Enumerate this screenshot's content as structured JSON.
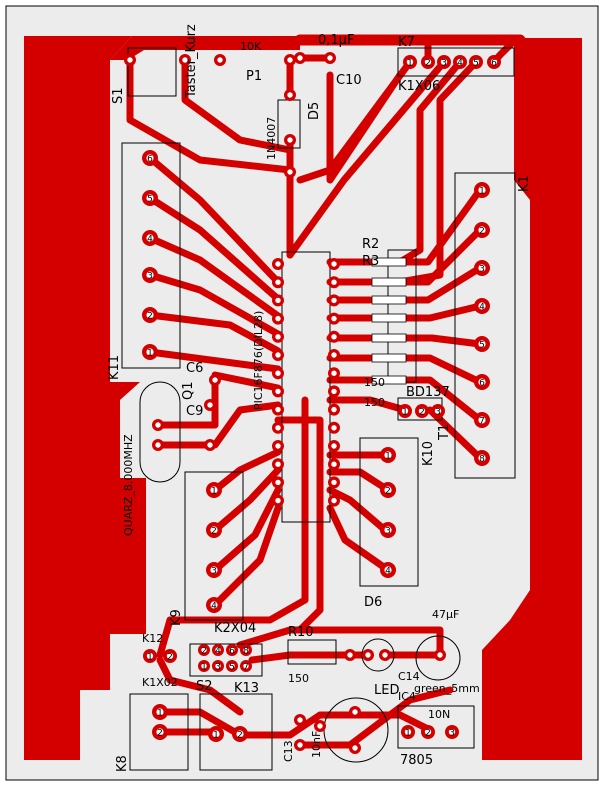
{
  "colors": {
    "copper": "#d40000",
    "board": "#ececec",
    "outline": "#000000",
    "pad_hole": "#ffffff"
  },
  "labels": {
    "taster": "Taster_Kurz",
    "s1": "S1",
    "r10k": "10K",
    "p1": "P1",
    "cap01": "0,1µF",
    "c10": "C10",
    "d5": "D5",
    "diode": "1N4007",
    "k7": "K7",
    "k1x06": "K1X06",
    "k1": "K1",
    "k11": "K11",
    "r2": "R2",
    "r3": "R3",
    "pic": "PIC16F876(DIL28)",
    "c6": "C6",
    "q1": "Q1",
    "c9": "C9",
    "quarz": "QUARZ_8,000MHZ",
    "bd137": "BD137",
    "t1": "T1",
    "k10": "K10",
    "r150a": "150",
    "r150b": "150",
    "d6": "D6",
    "k9": "K9",
    "k2x04": "K2X04",
    "k12": "K12",
    "k1x02": "K1X02",
    "s2": "S2",
    "k13": "K13",
    "r10": "R10",
    "r150c": "150",
    "led": "LED",
    "cap47": "47µF",
    "c14": "C14",
    "green": "green_5mm",
    "ic4": "IC4",
    "cap10n": "10N",
    "k8": "K8",
    "c13": "C13",
    "cap10nf": "10nF",
    "v7805": "7805"
  },
  "pad_numbers": {
    "k11": [
      "6",
      "5",
      "4",
      "3",
      "2",
      "1"
    ],
    "k1": [
      "1",
      "2",
      "3",
      "4",
      "5",
      "6",
      "7",
      "8"
    ],
    "k7": [
      "1",
      "2",
      "3",
      "4",
      "5",
      "6"
    ],
    "k9": [
      "1",
      "2",
      "3",
      "4"
    ],
    "k10": [
      "1",
      "2",
      "3",
      "4"
    ],
    "k2x04_top": [
      "2",
      "4",
      "6",
      "8"
    ],
    "k2x04_bot": [
      "1",
      "3",
      "5",
      "7"
    ],
    "k12": [
      "1",
      "2"
    ],
    "s2": [
      "1",
      "2"
    ],
    "k8": [
      "1",
      "2"
    ],
    "k13": [
      "1",
      "2"
    ],
    "bd137": [
      "1",
      "2",
      "3"
    ],
    "ic4": [
      "1",
      "2",
      "3"
    ]
  }
}
